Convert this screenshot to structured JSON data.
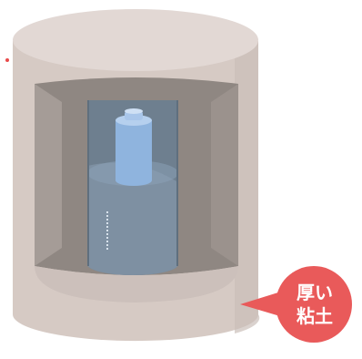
{
  "callout": {
    "line1": "厚い",
    "line2": "粘土"
  },
  "colors": {
    "clay_top": "#e2d8d4",
    "clay_body": "#d6cac4",
    "clay_shadow": "#b7aba5",
    "cavity_back": "#8f8782",
    "cavity_side": "#a59c97",
    "cavity_floor": "#ccc0bb",
    "container_dark": "#6e7f8f",
    "container_mid": "#7e90a2",
    "container_glass": "#8aa0b6",
    "capsule": "#8fb4de",
    "capsule_top": "#b6d0ee",
    "callout_bg": "#e95a5a",
    "callout_text": "#ffffff",
    "dot": "#e94a4a"
  },
  "icons": {
    "marker": "dot-marker",
    "label": "speech-bubble"
  }
}
